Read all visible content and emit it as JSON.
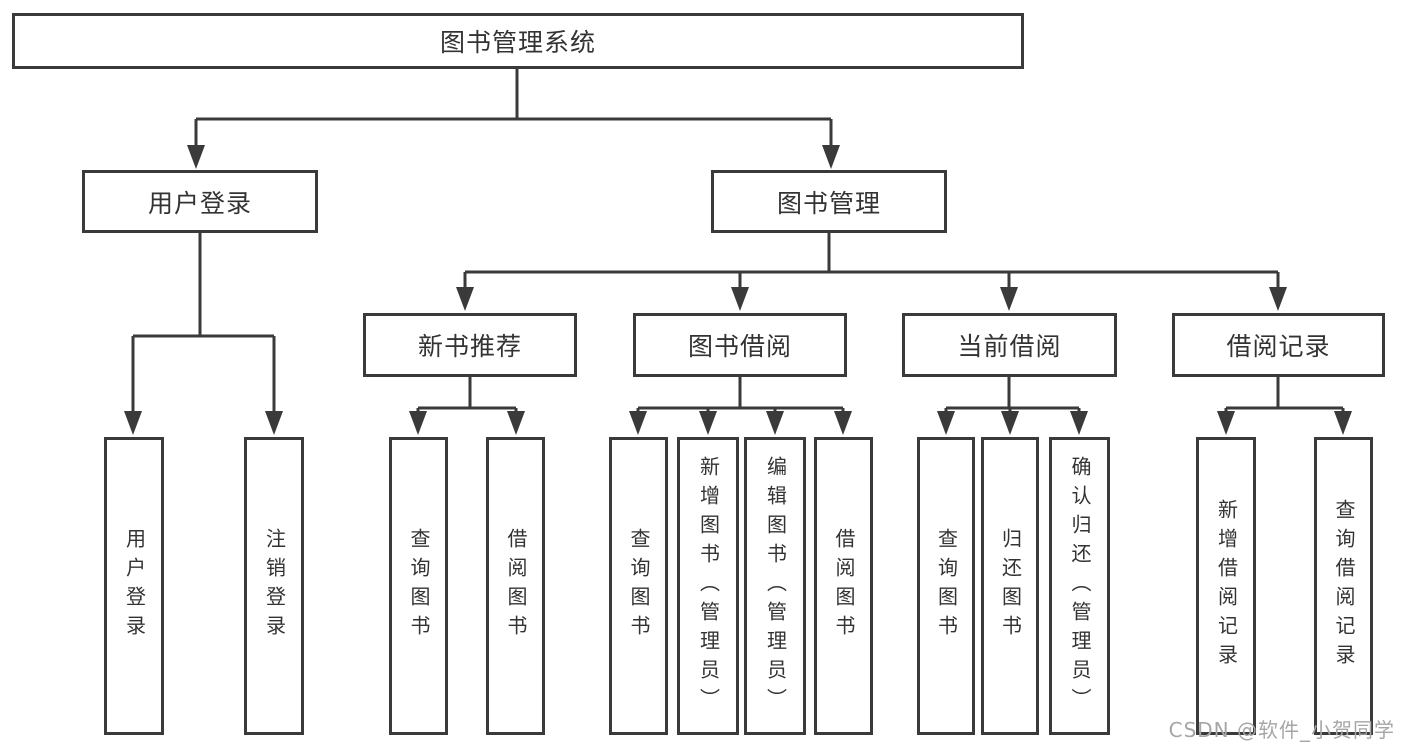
{
  "diagram": {
    "root": {
      "label": "图书管理系统",
      "children": {
        "user_login": {
          "label": "用户登录",
          "children": {
            "login": {
              "label": "用户登录"
            },
            "logout": {
              "label": "注销登录"
            }
          }
        },
        "book_mgmt": {
          "label": "图书管理",
          "children": {
            "new_book_rec": {
              "label": "新书推荐",
              "children": {
                "query_book": {
                  "label": "查询图书"
                },
                "borrow_book": {
                  "label": "借阅图书"
                }
              }
            },
            "book_borrow": {
              "label": "图书借阅",
              "children": {
                "query_book": {
                  "label": "查询图书"
                },
                "add_book": {
                  "label": "新增图书（管理员）"
                },
                "edit_book": {
                  "label": "编辑图书（管理员）"
                },
                "borrow_book": {
                  "label": "借阅图书"
                }
              }
            },
            "current_borrow": {
              "label": "当前借阅",
              "children": {
                "query_book": {
                  "label": "查询图书"
                },
                "return_book": {
                  "label": "归还图书"
                },
                "confirm_return": {
                  "label": "确认归还（管理员）"
                }
              }
            },
            "borrow_record": {
              "label": "借阅记录",
              "children": {
                "add_record": {
                  "label": "新增借阅记录"
                },
                "query_record": {
                  "label": "查询借阅记录"
                }
              }
            }
          }
        }
      }
    }
  },
  "watermark": {
    "text": "CSDN @软件_小贺同学"
  },
  "colors": {
    "line": "#3a3a3a",
    "text": "#333333",
    "watermark": "#a6a6a6",
    "background": "#ffffff"
  }
}
